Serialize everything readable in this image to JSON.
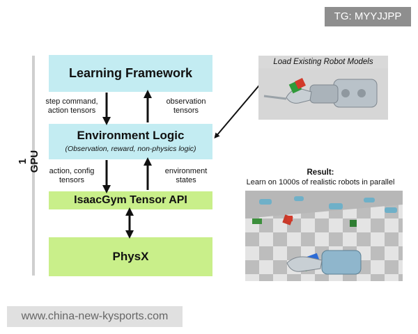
{
  "badge": "TG: MYYJJPP",
  "gpu_label": "1 GPU",
  "boxes": {
    "learning": "Learning Framework",
    "env_title": "Environment Logic",
    "env_subtitle": "(Observation, reward, non-physics logic)",
    "tensor_api": "IsaacGym Tensor API",
    "physx": "PhysX"
  },
  "labels": {
    "step_cmd_1": "step command,",
    "step_cmd_2": "action tensors",
    "obs_1": "observation",
    "obs_2": "tensors",
    "action_cfg_1": "action, config",
    "action_cfg_2": "tensors",
    "env_states_1": "environment",
    "env_states_2": "states"
  },
  "robot_panel": {
    "title": "Load Existing Robot Models"
  },
  "result": {
    "title": "Result:",
    "subtitle": "Learn on 1000s of realistic robots in parallel"
  },
  "watermark": "www.china-new-kysports.com",
  "colors": {
    "cyan_box": "#c3ecf2",
    "green_box": "#c9ef8a",
    "badge_bg": "#8e8e8e"
  }
}
